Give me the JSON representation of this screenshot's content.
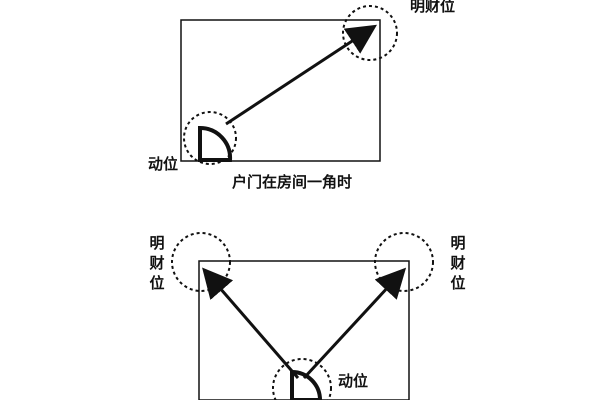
{
  "diagram1": {
    "bright_wealth_label": "明财位",
    "moving_label": "动位",
    "caption": "户门在房间一角时"
  },
  "diagram2": {
    "bright_wealth_left_chars": [
      "明",
      "财",
      "位"
    ],
    "bright_wealth_right_chars": [
      "明",
      "财",
      "位"
    ],
    "moving_label": "动位"
  },
  "colors": {
    "ink": "#111111",
    "background": "#ffffff"
  }
}
